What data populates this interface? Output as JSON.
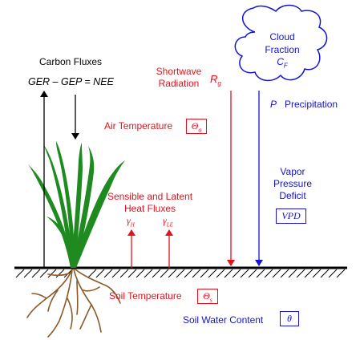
{
  "carbon": {
    "title": "Carbon Fluxes",
    "equation": "GER – GEP = NEE"
  },
  "cloud": {
    "line1": "Cloud",
    "line2": "Fraction",
    "symbol": "C",
    "subscript": "F"
  },
  "shortwave": {
    "line1": "Shortwave",
    "line2": "Radiation",
    "symbol": "R",
    "subscript": "g"
  },
  "precip": {
    "symbol": "P",
    "label": "Precipitation"
  },
  "air_temp": {
    "label": "Air Temperature",
    "symbol": "Θ",
    "subscript": "a"
  },
  "heat": {
    "line1": "Sensible and Latent",
    "line2": "Heat Fluxes",
    "gamma_h": "γ",
    "gamma_h_sub": "H",
    "gamma_le": "γ",
    "gamma_le_sub": "LE"
  },
  "vapor": {
    "line1": "Vapor",
    "line2": "Pressure",
    "line3": "Deficit",
    "symbol": "VPD"
  },
  "soil_temp": {
    "label": "Soil Temperature",
    "symbol": "Θ",
    "subscript": "s"
  },
  "soil_water": {
    "label": "Soil Water Content",
    "symbol": "θ"
  },
  "colors": {
    "red": "#e8101b",
    "blue": "#1414d2",
    "plant": "#1f8a1f",
    "roots": "#8b5a2b",
    "ink": "#000000"
  }
}
